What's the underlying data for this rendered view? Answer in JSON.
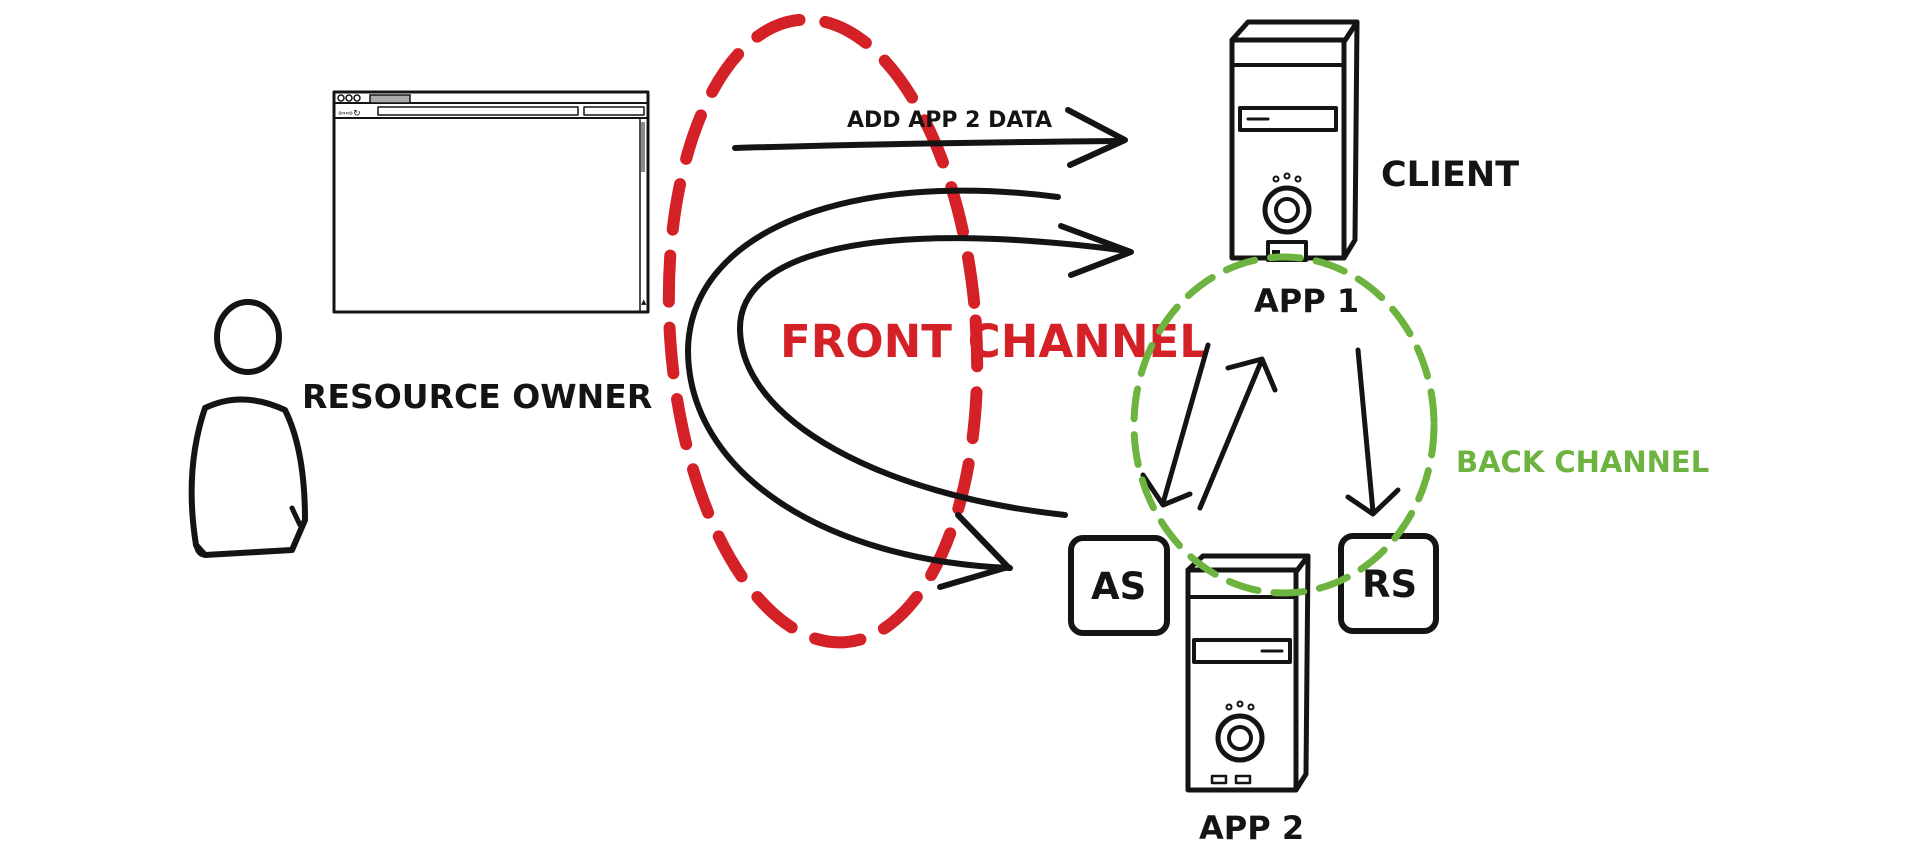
{
  "labels": {
    "resource_owner": "RESOURCE OWNER",
    "client": "CLIENT",
    "app1": "APP 1",
    "app2": "APP 2",
    "add_app_2_data": "ADD APP 2 DATA",
    "front_channel": "FRONT CHANNEL",
    "back_channel": "BACK CHANNEL",
    "as": "AS",
    "rs": "RS"
  },
  "colors": {
    "ink": "#141414",
    "front_channel": "#d42127",
    "back_channel": "#6db33f",
    "background": "#ffffff"
  },
  "icons": {
    "person": "person-icon",
    "browser": "browser-window-icon",
    "server": "server-tower-icon"
  }
}
